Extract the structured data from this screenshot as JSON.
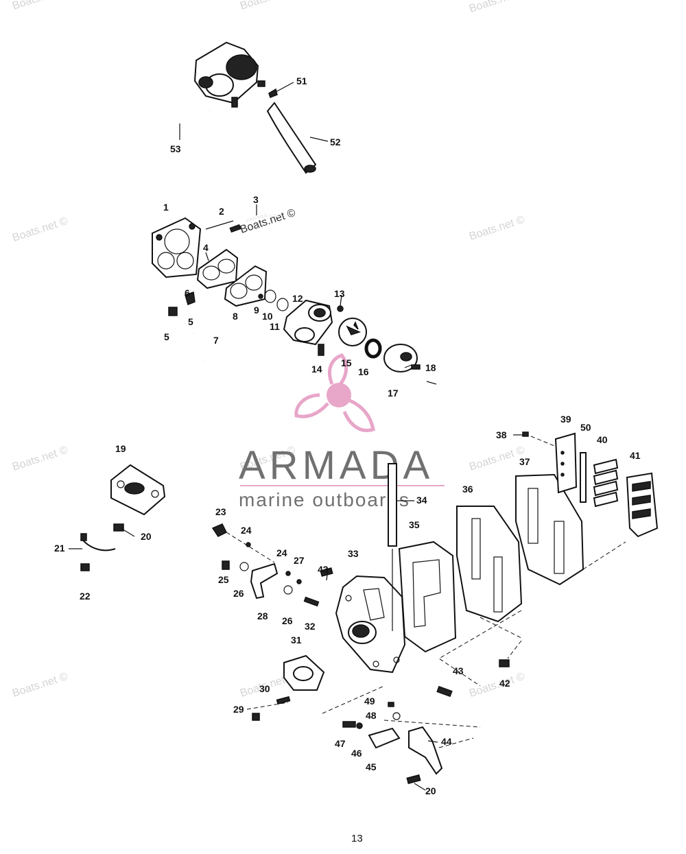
{
  "callouts": [
    "51",
    "52",
    "53",
    "1",
    "2",
    "3",
    "4",
    "5",
    "5",
    "6",
    "7",
    "8",
    "9",
    "10",
    "11",
    "12",
    "13",
    "14",
    "15",
    "16",
    "17",
    "18",
    "19",
    "20",
    "21",
    "22",
    "23",
    "24",
    "24",
    "25",
    "26",
    "26",
    "27",
    "28",
    "29",
    "30",
    "31",
    "32",
    "33",
    "34",
    "35",
    "36",
    "37",
    "38",
    "39",
    "40",
    "41",
    "42",
    "43",
    "43",
    "44",
    "45",
    "46",
    "47",
    "48",
    "49",
    "50",
    "20"
  ],
  "watermarks": [
    "Boats.net ©",
    "Boats.net ©",
    "Boats.net ©",
    "Boats.net ©",
    "Boats.net ©",
    "Boats.net ©",
    "Boats.net ©",
    "Boats.net ©",
    "Boats.net ©",
    "Boats.net ©",
    "Boats.net ©",
    "Boats.net ©"
  ],
  "brand": {
    "name": "ARMADA",
    "tagline": "marine outboards",
    "logo_color": "#e8a6c9",
    "text_color": "#707070"
  },
  "page_number": "13"
}
